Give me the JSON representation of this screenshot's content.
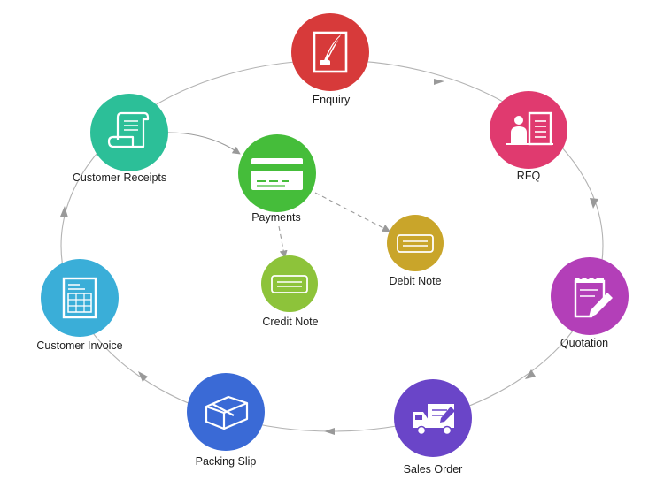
{
  "nodes": {
    "enquiry": {
      "label": "Enquiry",
      "color": "#d73a3a",
      "icon": "quill-document-icon"
    },
    "rfq": {
      "label": "RFQ",
      "color": "#e03a6f",
      "icon": "person-document-icon"
    },
    "quotation": {
      "label": "Quotation",
      "color": "#b33fb8",
      "icon": "notepad-pencil-icon"
    },
    "sales_order": {
      "label": "Sales Order",
      "color": "#6a45c8",
      "icon": "delivery-truck-icon"
    },
    "packing_slip": {
      "label": "Packing Slip",
      "color": "#3a6ad6",
      "icon": "package-box-icon"
    },
    "customer_invoice": {
      "label": "Customer Invoice",
      "color": "#3aaed8",
      "icon": "invoice-sheet-icon"
    },
    "customer_receipts": {
      "label": "Customer Receipts",
      "color": "#2cbf98",
      "icon": "receipt-scroll-icon"
    },
    "payments": {
      "label": "Payments",
      "color": "#45bd3a",
      "icon": "payment-card-icon"
    },
    "credit_note": {
      "label": "Credit Note",
      "color": "#8dc33a",
      "icon": "note-card-icon"
    },
    "debit_note": {
      "label": "Debit Note",
      "color": "#c9a52a",
      "icon": "note-card-icon"
    }
  },
  "connector_color": "#999999"
}
